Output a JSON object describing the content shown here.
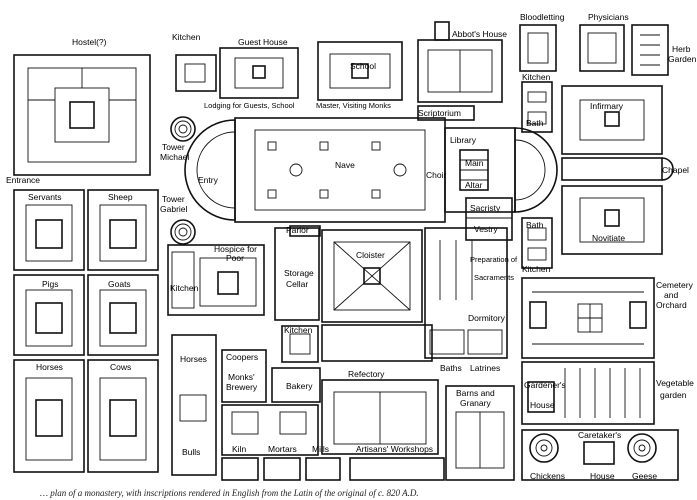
{
  "map": {
    "labels": {
      "hostel": "Hostel(?)",
      "entrance": "Entrance",
      "servants": "Servants",
      "sheep": "Sheep",
      "pigs": "Pigs",
      "goats": "Goats",
      "horses_left": "Horses",
      "cows": "Cows",
      "kitchen_top": "Kitchen",
      "guest_house": "Guest House",
      "lodging": "Lodging for Guests, School",
      "school": "School",
      "master": "Master, Visiting Monks",
      "abbots_house": "Abbot's House",
      "bloodletting": "Bloodletting",
      "physicians": "Physicians",
      "herb_garden_1": "Herb",
      "herb_garden_2": "Garden",
      "kitchen_right": "Kitchen",
      "bath_right": "Bath",
      "infirmary": "Infirmary",
      "scriptorium": "Scriptorium",
      "library": "Library",
      "tower_michael_1": "Tower",
      "tower_michael_2": "Michael",
      "tower_gabriel_1": "Tower",
      "tower_gabriel_2": "Gabriel",
      "entry": "Entry",
      "nave": "Nave",
      "choir": "Choir",
      "main_altar_1": "Main",
      "main_altar_2": "Altar",
      "chapel": "Chapel",
      "sacristy": "Sacristy",
      "vestry": "Vestry",
      "bath_novice": "Bath",
      "novitiate": "Novitiate",
      "kitchen_novice": "Kitchen",
      "hospice_1": "Hospice for",
      "hospice_2": "Poor",
      "kitchen_hospice": "Kitchen",
      "parlor": "Parlor",
      "storage_1": "Storage",
      "storage_2": "Cellar",
      "cloister": "Cloister",
      "preparation_1": "Preparation of",
      "preparation_2": "Sacraments",
      "dormitory": "Dormitory",
      "cemetery_1": "Cemetery",
      "cemetery_2": "and",
      "cemetery_3": "Orchard",
      "kitchen_refectory": "Kitchen",
      "horses_mid": "Horses",
      "coopers": "Coopers",
      "monks_brewery_1": "Monks'",
      "monks_brewery_2": "Brewery",
      "bakery": "Bakery",
      "refectory": "Refectory",
      "baths": "Baths",
      "latrines": "Latrines",
      "barns_1": "Barns and",
      "barns_2": "Granary",
      "gardeners_1": "Gardener's",
      "gardeners_2": "House",
      "vegetable_1": "Vegetable",
      "vegetable_2": "garden",
      "bulls": "Bulls",
      "kiln": "Kiln",
      "mortars": "Mortars",
      "mills": "Mills",
      "artisans": "Artisans' Workshops",
      "caretakers_1": "Caretaker's",
      "caretakers_2": "House",
      "chickens": "Chickens",
      "geese": "Geese"
    },
    "caption": "… plan of a monastery, with inscriptions rendered in English from the Latin of the original of c. 820 A.D."
  }
}
